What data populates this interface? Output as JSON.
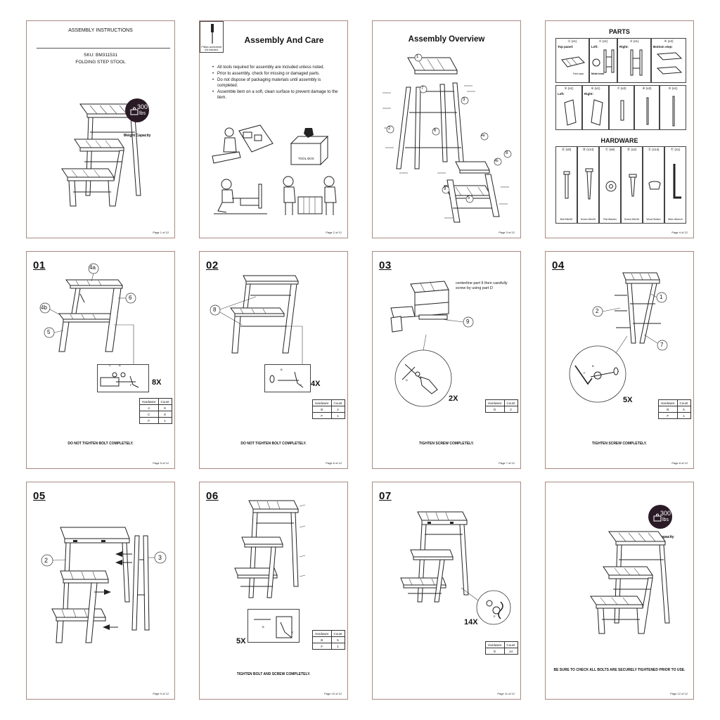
{
  "p1": {
    "title": "ASSEMBLY INSTRUCTIONS",
    "sku": "SKU:  BM311531",
    "product": "FOLDING STEP STOOL",
    "badge_num": "300",
    "badge_unit": "lbs",
    "badge_label": "Weight Capacity",
    "page": "Page 1 of 12"
  },
  "p2": {
    "title": "Assembly And Care",
    "tool_note": "Philips screwdriver not included.",
    "bullets": [
      "All tools required for assembly are included unless noted.",
      "Prior to assembly, check for missing or damaged parts.",
      "Do not dispose of packaging materials until assembly is completed.",
      "Assemble item on a soft, clean surface to prevent damage to the item."
    ],
    "toolbox": "TOOL BOX",
    "page": "Page 2 of 12"
  },
  "p3": {
    "title": "Assembly Overview",
    "callouts": [
      "1",
      "2",
      "3",
      "7",
      "4a",
      "4b",
      "8",
      "9",
      "6",
      "5"
    ],
    "page": "Page 3 of 12"
  },
  "p4": {
    "title": "PARTS",
    "parts_row1": [
      "① (x1)",
      "② (x1)",
      "③ (x1)",
      "④ (x2)"
    ],
    "parts_row1_labels": [
      "Top panel:",
      "Left:",
      "Right:",
      "Bottom step:"
    ],
    "parts_sublabels": [
      "Fast caps",
      "Metal knob"
    ],
    "parts_row2": [
      "⑤ (x1)",
      "⑥ (x1)",
      "⑦ (x2)",
      "⑧ (x2)",
      "⑨ (x1)"
    ],
    "parts_row2_labels": [
      "Left:",
      "Right:"
    ],
    "hardware_title": "HARDWARE",
    "hardware": [
      {
        "head": "Ⓐ (x8)",
        "name": "Bolt M6x30"
      },
      {
        "head": "Ⓑ (x14)",
        "name": "Screw M4x30"
      },
      {
        "head": "Ⓒ (x8)",
        "name": "Flat Washer"
      },
      {
        "head": "Ⓓ (x2)",
        "name": "Screw M4x30"
      },
      {
        "head": "Ⓔ (x14)",
        "name": "Wood Button"
      },
      {
        "head": "Ⓕ (x1)",
        "name": "Allen Wrench"
      }
    ],
    "page": "Page 4 of 12"
  },
  "p5": {
    "step": "01",
    "callouts": [
      "4a",
      "6",
      "4b",
      "5"
    ],
    "letters": [
      "C",
      "A",
      "F"
    ],
    "qty": "8X",
    "table": {
      "head": [
        "Hardware",
        "Count"
      ],
      "rows": [
        [
          "A",
          "8"
        ],
        [
          "C",
          "8"
        ],
        [
          "F",
          "1"
        ]
      ]
    },
    "note": "DO NOT TIGHTEN BOLT COMPLETELY.",
    "page": "Page 5 of 12"
  },
  "p6": {
    "step": "02",
    "callouts": [
      "8"
    ],
    "letters": [
      "B",
      "F"
    ],
    "qty": "4X",
    "table": {
      "head": [
        "Hardware",
        "Count"
      ],
      "rows": [
        [
          "B",
          "4"
        ],
        [
          "F",
          "1"
        ]
      ]
    },
    "note": "DO NOT TIGHTEN BOLT COMPLETELY.",
    "page": "Page 6 of 12"
  },
  "p7": {
    "step": "03",
    "instruction": "centerline part 9 then carefully screw by using part D",
    "callouts": [
      "9"
    ],
    "letters": [
      "D"
    ],
    "qty": "2X",
    "table": {
      "head": [
        "Hardware",
        "Count"
      ],
      "rows": [
        [
          "D",
          "2"
        ]
      ]
    },
    "note": "TIGHTEN SCREW COMPLETELY.",
    "page": "Page 7 of 12"
  },
  "p8": {
    "step": "04",
    "callouts": [
      "1",
      "2",
      "7"
    ],
    "letters": [
      "F",
      "B"
    ],
    "qty": "5X",
    "table": {
      "head": [
        "Hardware",
        "Count"
      ],
      "rows": [
        [
          "B",
          "5"
        ],
        [
          "F",
          "1"
        ]
      ]
    },
    "note": "TIGHTEN SCREW COMPLETELY.",
    "page": "Page 8 of 12"
  },
  "p9": {
    "step": "05",
    "callouts": [
      "2",
      "3"
    ],
    "page": "Page 9 of 12"
  },
  "p10": {
    "step": "06",
    "letters": [
      "B",
      "F"
    ],
    "qty": "5X",
    "table": {
      "head": [
        "Hardware",
        "Count"
      ],
      "rows": [
        [
          "B",
          "5"
        ],
        [
          "F",
          "1"
        ]
      ]
    },
    "note": "TIGHTEN BOLT AND SCREW COMPLETELY.",
    "page": "Page 10 of 12"
  },
  "p11": {
    "step": "07",
    "letters": [
      "E"
    ],
    "qty": "14X",
    "table": {
      "head": [
        "Hardware",
        "Count"
      ],
      "rows": [
        [
          "E",
          "14"
        ]
      ]
    },
    "page": "Page 11 of 12"
  },
  "p12": {
    "badge_num": "300",
    "badge_unit": "lbs",
    "badge_label": "Weight Capacity",
    "note": "BE SURE TO CHECK ALL BOLTS ARE SECURELY TIGHTENED PRIOR TO USE.",
    "page": "Page 12 of 12"
  },
  "colors": {
    "border": "#a98a80",
    "badge": "#2a1a26",
    "ink": "#111111"
  }
}
